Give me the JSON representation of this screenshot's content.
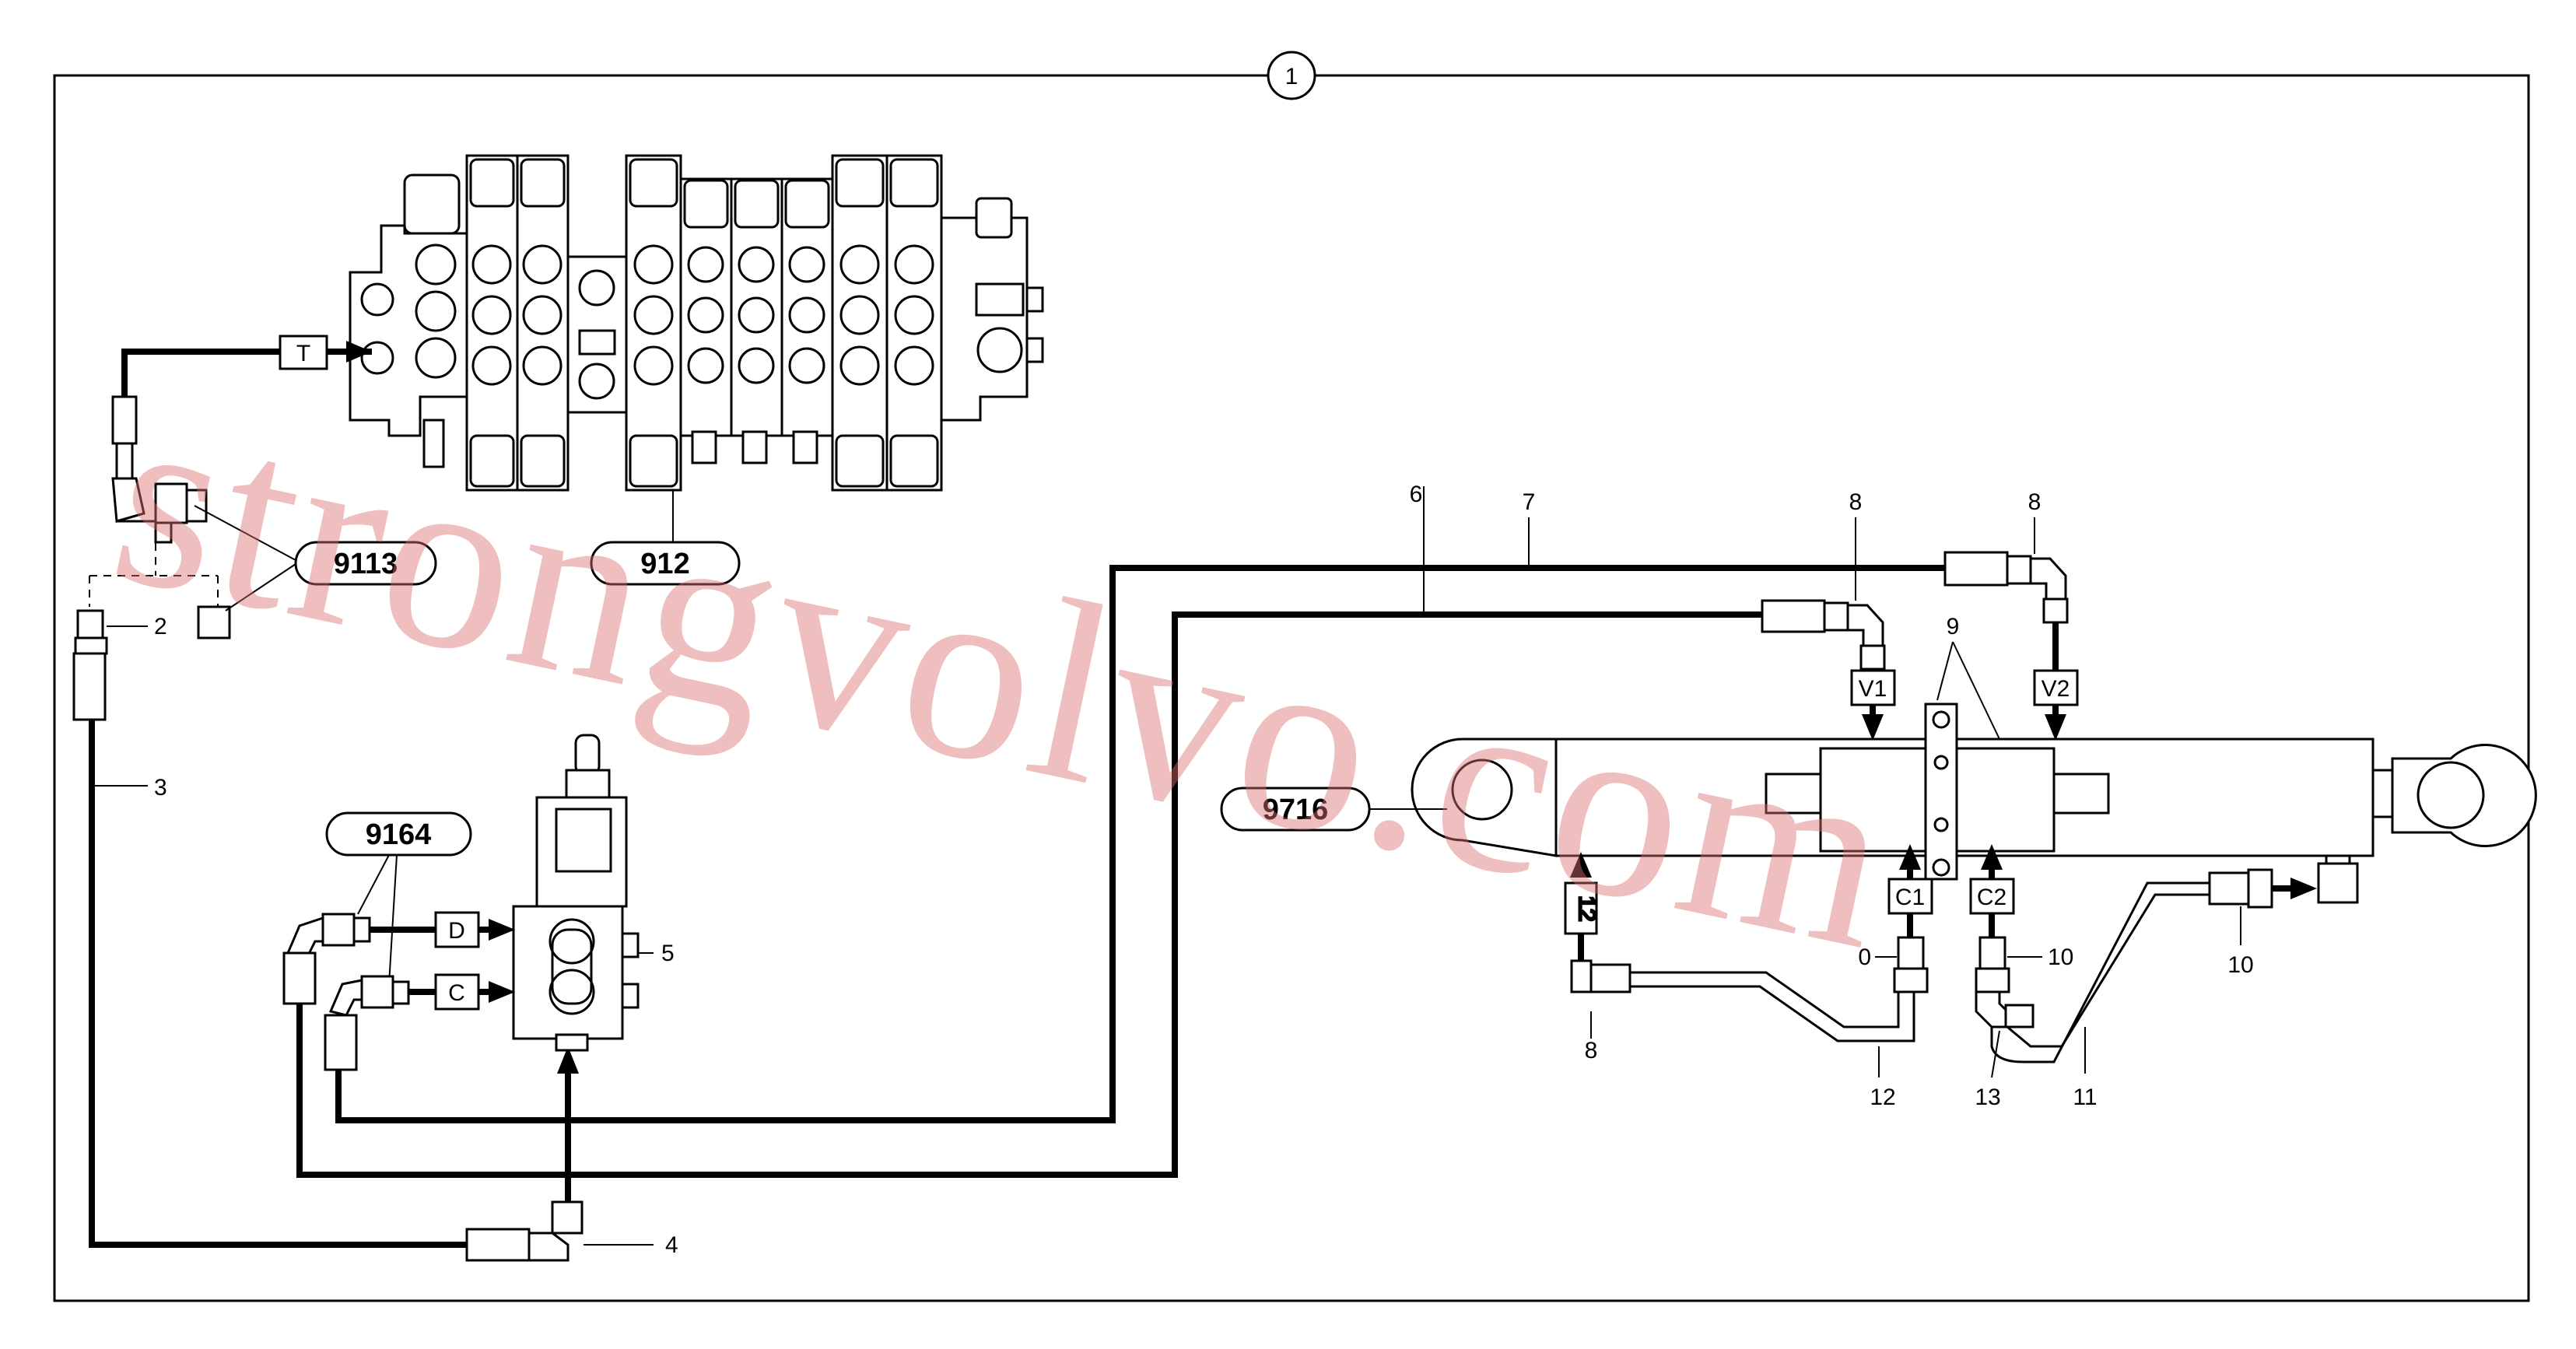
{
  "frame": {
    "marker": "1"
  },
  "assemblies": {
    "valve_block": "912",
    "tee_fittings": "9113",
    "selector_valve": "9164",
    "cylinder": "9716"
  },
  "ports": {
    "tank": "T",
    "d_port": "D",
    "c_port": "C",
    "v1": "V1",
    "v2": "V2",
    "c1": "C1",
    "c2": "C2"
  },
  "callouts": {
    "n2": "2",
    "n3": "3",
    "n4": "4",
    "n5": "5",
    "n6": "6",
    "n7": "7",
    "n8a": "8",
    "n8b": "8",
    "n8c": "8",
    "n9": "9",
    "n10a": "0",
    "n10b": "10",
    "n10c": "10",
    "n11": "11",
    "n12a": "12",
    "n12b": "12",
    "n13": "13"
  },
  "watermark": "strongvolvo.com",
  "colors": {
    "line": "#000000",
    "watermark": "#dc6e6e"
  }
}
